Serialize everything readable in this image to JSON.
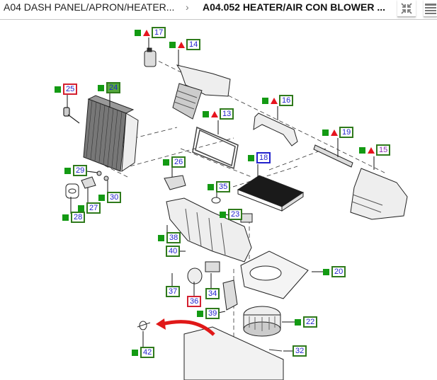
{
  "breadcrumb": {
    "parent": "A04 DASH PANEL/APRON/HEATER...",
    "separator": "›",
    "current": "A04.052 HEATER/AIR CON BLOWER ..."
  },
  "toolbar": {
    "collapse_icon": "collapse-arrows-icon",
    "menu_icon": "list-menu-icon"
  },
  "colors": {
    "available_square": "#139a13",
    "warning_triangle": "#e6141e",
    "callout_border": "#2f7a1c",
    "callout_text": "#2222cc",
    "selected_fill": "#55a83c",
    "highlight_red": "#d42030",
    "highlight_blue": "#2222cc"
  },
  "callouts": [
    {
      "id": "17",
      "square": true,
      "triangle": true,
      "style": "normal"
    },
    {
      "id": "14",
      "square": true,
      "triangle": true,
      "style": "normal"
    },
    {
      "id": "25",
      "square": true,
      "triangle": false,
      "style": "red"
    },
    {
      "id": "24",
      "square": true,
      "triangle": false,
      "style": "selected"
    },
    {
      "id": "16",
      "square": true,
      "triangle": true,
      "style": "normal"
    },
    {
      "id": "13",
      "square": true,
      "triangle": true,
      "style": "normal"
    },
    {
      "id": "19",
      "square": true,
      "triangle": true,
      "style": "normal"
    },
    {
      "id": "15",
      "square": true,
      "triangle": true,
      "style": "purple"
    },
    {
      "id": "18",
      "square": true,
      "triangle": false,
      "style": "blue"
    },
    {
      "id": "29",
      "square": true,
      "triangle": false,
      "style": "normal"
    },
    {
      "id": "26",
      "square": true,
      "triangle": false,
      "style": "normal"
    },
    {
      "id": "30",
      "square": true,
      "triangle": false,
      "style": "normal"
    },
    {
      "id": "27",
      "square": true,
      "triangle": false,
      "style": "normal"
    },
    {
      "id": "28",
      "square": true,
      "triangle": false,
      "style": "normal"
    },
    {
      "id": "35",
      "square": true,
      "triangle": false,
      "style": "normal"
    },
    {
      "id": "23",
      "square": true,
      "triangle": false,
      "style": "normal"
    },
    {
      "id": "38",
      "square": true,
      "triangle": false,
      "style": "normal"
    },
    {
      "id": "40",
      "square": false,
      "triangle": false,
      "style": "normal"
    },
    {
      "id": "20",
      "square": true,
      "triangle": false,
      "style": "normal"
    },
    {
      "id": "37",
      "square": false,
      "triangle": false,
      "style": "normal"
    },
    {
      "id": "34",
      "square": false,
      "triangle": false,
      "style": "normal"
    },
    {
      "id": "36",
      "square": false,
      "triangle": false,
      "style": "red"
    },
    {
      "id": "39",
      "square": true,
      "triangle": false,
      "style": "normal"
    },
    {
      "id": "22",
      "square": true,
      "triangle": false,
      "style": "normal"
    },
    {
      "id": "42",
      "square": true,
      "triangle": false,
      "style": "normal"
    },
    {
      "id": "32",
      "square": false,
      "triangle": false,
      "style": "normal"
    }
  ]
}
